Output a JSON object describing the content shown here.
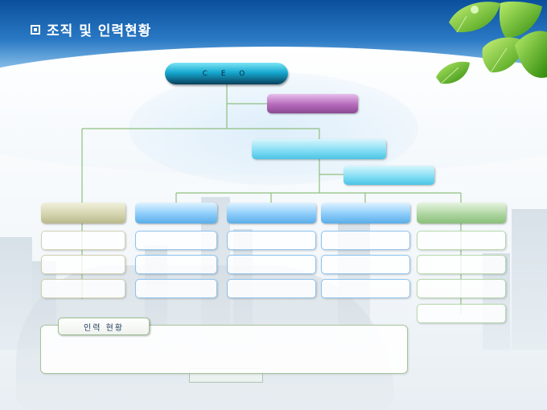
{
  "slide": {
    "title": "조직 및 인력현황",
    "title_icon": "square-bullet-icon"
  },
  "org_chart": {
    "ceo_label": "C E O",
    "colors": {
      "ceo": "#16a9d0",
      "staff": "#b56abb",
      "division": "#7fdcf3",
      "team_olive": "#d2d2ab",
      "team_blue": "#8cccfa",
      "team_green": "#a9d39b",
      "connector": "#8fbf7f"
    },
    "staff_box_label": "",
    "division_box_label": "",
    "sub_division_box_label": "",
    "departments": [
      {
        "label": "",
        "color": "olive",
        "members": [
          "",
          "",
          ""
        ]
      },
      {
        "label": "",
        "color": "blue",
        "members": [
          "",
          "",
          ""
        ]
      },
      {
        "label": "",
        "color": "blue",
        "members": [
          "",
          "",
          ""
        ]
      },
      {
        "label": "",
        "color": "blue",
        "members": [
          "",
          "",
          ""
        ]
      },
      {
        "label": "",
        "color": "green",
        "members": [
          "",
          "",
          "",
          ""
        ]
      }
    ]
  },
  "staffing": {
    "label": "인력 현황",
    "content": ""
  }
}
